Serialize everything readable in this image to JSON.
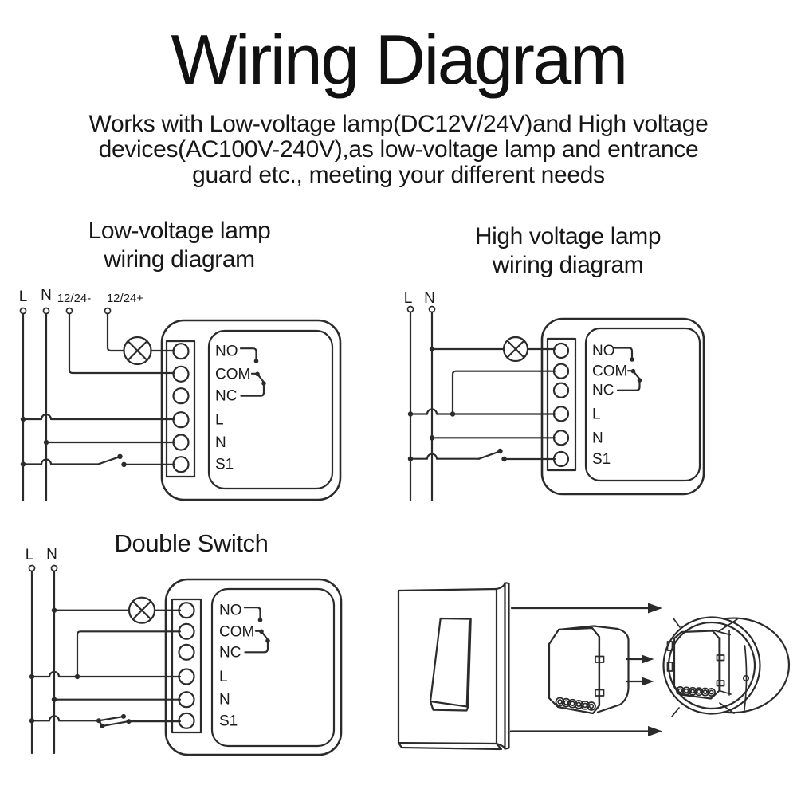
{
  "header": {
    "title": "Wiring Diagram",
    "subtitle_lines": [
      "Works with Low-voltage lamp(DC12V/24V)and High voltage",
      "devices(AC100V-240V),as low-voltage lamp and entrance",
      "guard etc., meeting your different needs"
    ]
  },
  "diagrams": {
    "low_voltage": {
      "title_line1": "Low-voltage lamp",
      "title_line2": "wiring diagram",
      "input_labels": [
        "L",
        "N",
        "12/24-",
        "12/24+"
      ],
      "module_labels": [
        "NO",
        "COM",
        "NC",
        "L",
        "N",
        "S1"
      ]
    },
    "high_voltage": {
      "title_line1": "High voltage lamp",
      "title_line2": "wiring diagram",
      "input_labels": [
        "L",
        "N"
      ],
      "module_labels": [
        "NO",
        "COM",
        "NC",
        "L",
        "N",
        "S1"
      ]
    },
    "double_switch": {
      "title": "Double Switch",
      "input_labels": [
        "L",
        "N"
      ],
      "module_labels": [
        "NO",
        "COM",
        "NC",
        "L",
        "N",
        "S1"
      ]
    }
  },
  "colors": {
    "line": "#2b2b2b",
    "text": "#1b1b1b",
    "background": "#ffffff"
  }
}
